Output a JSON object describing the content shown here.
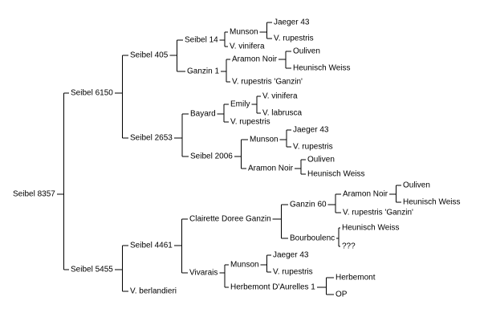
{
  "tree": {
    "label": "Seibel 8357",
    "children": [
      {
        "label": "Seibel 6150",
        "children": [
          {
            "label": "Seibel 405",
            "children": [
              {
                "label": "Seibel 14",
                "children": [
                  {
                    "label": "Munson",
                    "children": [
                      {
                        "label": "Jaeger 43"
                      },
                      {
                        "label": "V. rupestris"
                      }
                    ]
                  },
                  {
                    "label": "V. vinifera"
                  }
                ]
              },
              {
                "label": "Ganzin 1",
                "children": [
                  {
                    "label": "Aramon Noir",
                    "children": [
                      {
                        "label": "Ouliven"
                      },
                      {
                        "label": "Heunisch Weiss"
                      }
                    ]
                  },
                  {
                    "label": "V. rupestris 'Ganzin'"
                  }
                ]
              }
            ]
          },
          {
            "label": "Seibel 2653",
            "children": [
              {
                "label": "Bayard",
                "children": [
                  {
                    "label": "Emily",
                    "children": [
                      {
                        "label": "V. vinifera"
                      },
                      {
                        "label": "V. labrusca"
                      }
                    ]
                  },
                  {
                    "label": "V. rupestris"
                  }
                ]
              },
              {
                "label": "Seibel 2006",
                "children": [
                  {
                    "label": "Munson",
                    "children": [
                      {
                        "label": "Jaeger 43"
                      },
                      {
                        "label": "V. rupestris"
                      }
                    ]
                  },
                  {
                    "label": "Aramon Noir",
                    "children": [
                      {
                        "label": "Ouliven"
                      },
                      {
                        "label": "Heunisch Weiss"
                      }
                    ]
                  }
                ]
              }
            ]
          }
        ]
      },
      {
        "label": "Seibel 5455",
        "children": [
          {
            "label": "Seibel 4461",
            "children": [
              {
                "label": "Clairette Doree Ganzin",
                "children": [
                  {
                    "label": "Ganzin 60",
                    "children": [
                      {
                        "label": "Aramon Noir",
                        "children": [
                          {
                            "label": "Ouliven"
                          },
                          {
                            "label": "Heunisch Weiss"
                          }
                        ]
                      },
                      {
                        "label": "V. rupestris 'Ganzin'"
                      }
                    ]
                  },
                  {
                    "label": "Bourboulenc",
                    "children": [
                      {
                        "label": "Heunisch Weiss"
                      },
                      {
                        "label": "???"
                      }
                    ]
                  }
                ]
              },
              {
                "label": "Vivarais",
                "children": [
                  {
                    "label": "Munson",
                    "children": [
                      {
                        "label": "Jaeger 43"
                      },
                      {
                        "label": "V. rupestris"
                      }
                    ]
                  },
                  {
                    "label": "Herbemont D'Aurelles 1",
                    "children": [
                      {
                        "label": "Herbemont"
                      },
                      {
                        "label": "OP"
                      }
                    ]
                  }
                ]
              }
            ]
          },
          {
            "label": "V. berlandieri"
          }
        ]
      }
    ]
  }
}
